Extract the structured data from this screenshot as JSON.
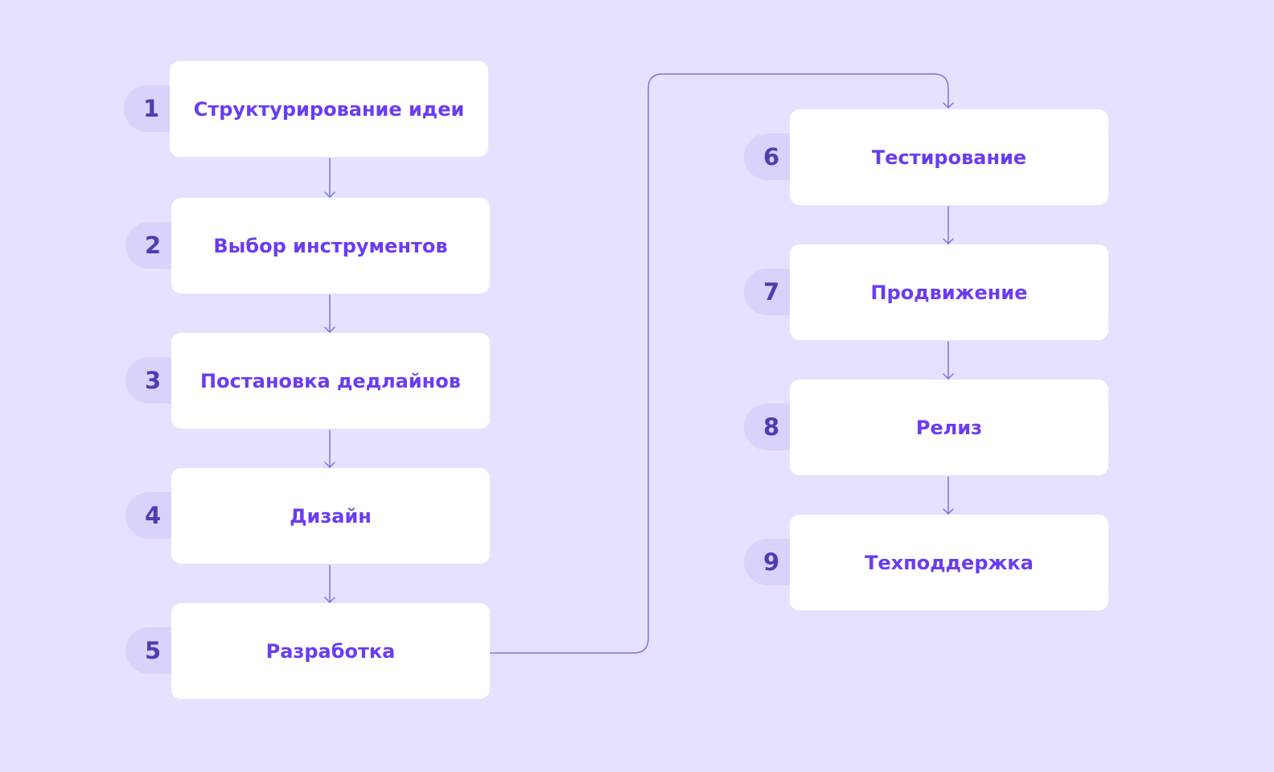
{
  "colors": {
    "background": "#e5e2ff",
    "card": "#ffffff",
    "badge": "#d9d2fb",
    "number": "#4b3fb0",
    "label": "#6a3cf2",
    "connector": "#7b78d6"
  },
  "steps": [
    {
      "number": "1",
      "label": "Структурирование идеи"
    },
    {
      "number": "2",
      "label": "Выбор инструментов"
    },
    {
      "number": "3",
      "label": "Постановка дедлайнов"
    },
    {
      "number": "4",
      "label": "Дизайн"
    },
    {
      "number": "5",
      "label": "Разработка"
    },
    {
      "number": "6",
      "label": "Тестирование"
    },
    {
      "number": "7",
      "label": "Продвижение"
    },
    {
      "number": "8",
      "label": "Релиз"
    },
    {
      "number": "9",
      "label": "Техподдержка"
    }
  ]
}
